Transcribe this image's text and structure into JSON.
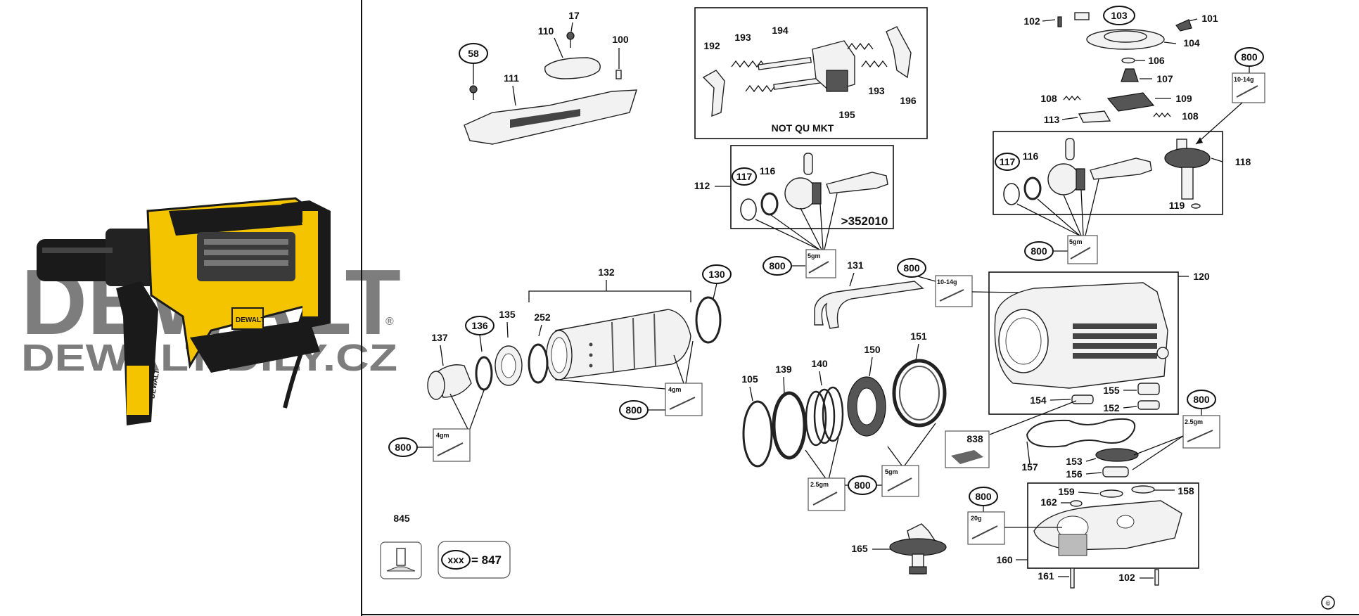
{
  "brand": {
    "logo_text": "DEWALT",
    "logo_reg": "®",
    "site_text": "DEWALT-DILY.CZ",
    "tool_badge": "DEWALT",
    "handle_badge": "DEWALT",
    "colors": {
      "yellow": "#f4c400",
      "black": "#1a1a1a",
      "watermark": "#7a7a7a"
    }
  },
  "notes": {
    "not_qu_mkt": "NOT QU MKT",
    "serial": ">352010",
    "legend_key": "xxx",
    "legend_value": "= 847",
    "copyright": "©"
  },
  "grease": {
    "g4_a": "4gm",
    "g4_b": "4gm",
    "g5_a": "5gm",
    "g5_b": "5gm",
    "g5_c": "5gm",
    "g10_a": "10-14g",
    "g10_b": "10-14g",
    "g25_a": "2.5gm",
    "g25_b": "2.5gm",
    "g20": "20g"
  },
  "labels": {
    "p17": "17",
    "p58": "58",
    "p100": "100",
    "p101": "101",
    "p102a": "102",
    "p102b": "102",
    "p103": "103",
    "p104": "104",
    "p105": "105",
    "p106": "106",
    "p107": "107",
    "p108a": "108",
    "p108b": "108",
    "p109": "109",
    "p110": "110",
    "p111": "111",
    "p112": "112",
    "p113": "113",
    "p116a": "116",
    "p116b": "116",
    "p117a": "117",
    "p117b": "117",
    "p118": "118",
    "p119": "119",
    "p120": "120",
    "p130": "130",
    "p131": "131",
    "p132": "132",
    "p135": "135",
    "p136": "136",
    "p137": "137",
    "p139": "139",
    "p140": "140",
    "p150": "150",
    "p151": "151",
    "p152": "152",
    "p153": "153",
    "p154": "154",
    "p155": "155",
    "p156": "156",
    "p157": "157",
    "p158": "158",
    "p159": "159",
    "p160": "160",
    "p161": "161",
    "p162": "162",
    "p165": "165",
    "p192": "192",
    "p193a": "193",
    "p193b": "193",
    "p194": "194",
    "p195": "195",
    "p196": "196",
    "p252": "252",
    "p800a": "800",
    "p800b": "800",
    "p800c": "800",
    "p800d": "800",
    "p800e": "800",
    "p800f": "800",
    "p800g": "800",
    "p800h": "800",
    "p800i": "800",
    "p838": "838",
    "p845": "845"
  }
}
